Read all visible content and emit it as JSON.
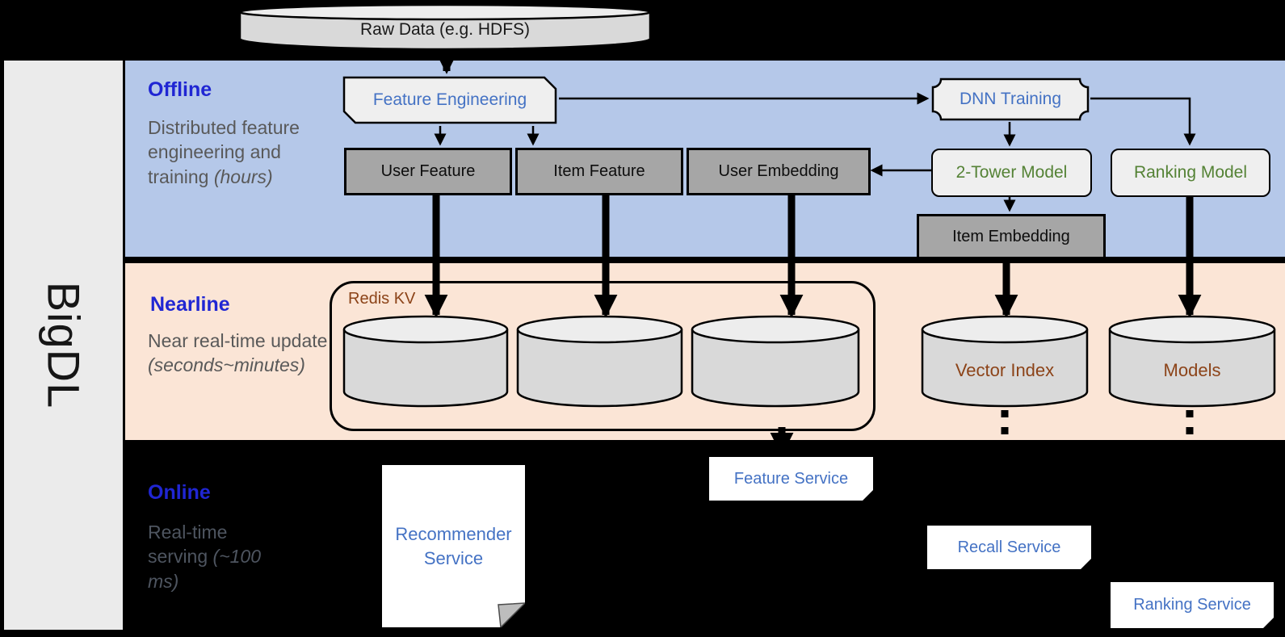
{
  "brand": "BigDL",
  "colors": {
    "band_blue": "#b5c8e9",
    "band_peach": "#fbe5d6",
    "title_blue": "#2026d3",
    "node_blue": "#4472c4",
    "node_green": "#548235",
    "node_brown": "#8c4318",
    "desc_gray": "#595959"
  },
  "raw_data_label": "Raw Data (e.g. HDFS)",
  "lanes": {
    "offline": {
      "title": "Offline",
      "desc": "Distributed feature engineering and training ",
      "desc_italic": "(hours)"
    },
    "nearline": {
      "title": "Nearline",
      "desc": "Near real-time update ",
      "desc_italic": "(seconds~minutes)"
    },
    "online": {
      "title": "Online",
      "desc": "Real-time serving ",
      "desc_italic": "(~100 ms)"
    }
  },
  "offline_nodes": {
    "feature_engineering": "Feature Engineering",
    "dnn_training": "DNN Training",
    "user_feature": "User Feature",
    "item_feature": "Item Feature",
    "user_embedding": "User Embedding",
    "two_tower_model": "2-Tower Model",
    "ranking_model": "Ranking Model",
    "item_embedding": "Item Embedding"
  },
  "nearline_nodes": {
    "redis_kv": "Redis KV",
    "vector_index": "Vector Index",
    "models": "Models"
  },
  "online_nodes": {
    "recommender_service": "Recommender Service",
    "feature_service": "Feature Service",
    "recall_service": "Recall Service",
    "ranking_service": "Ranking Service"
  }
}
